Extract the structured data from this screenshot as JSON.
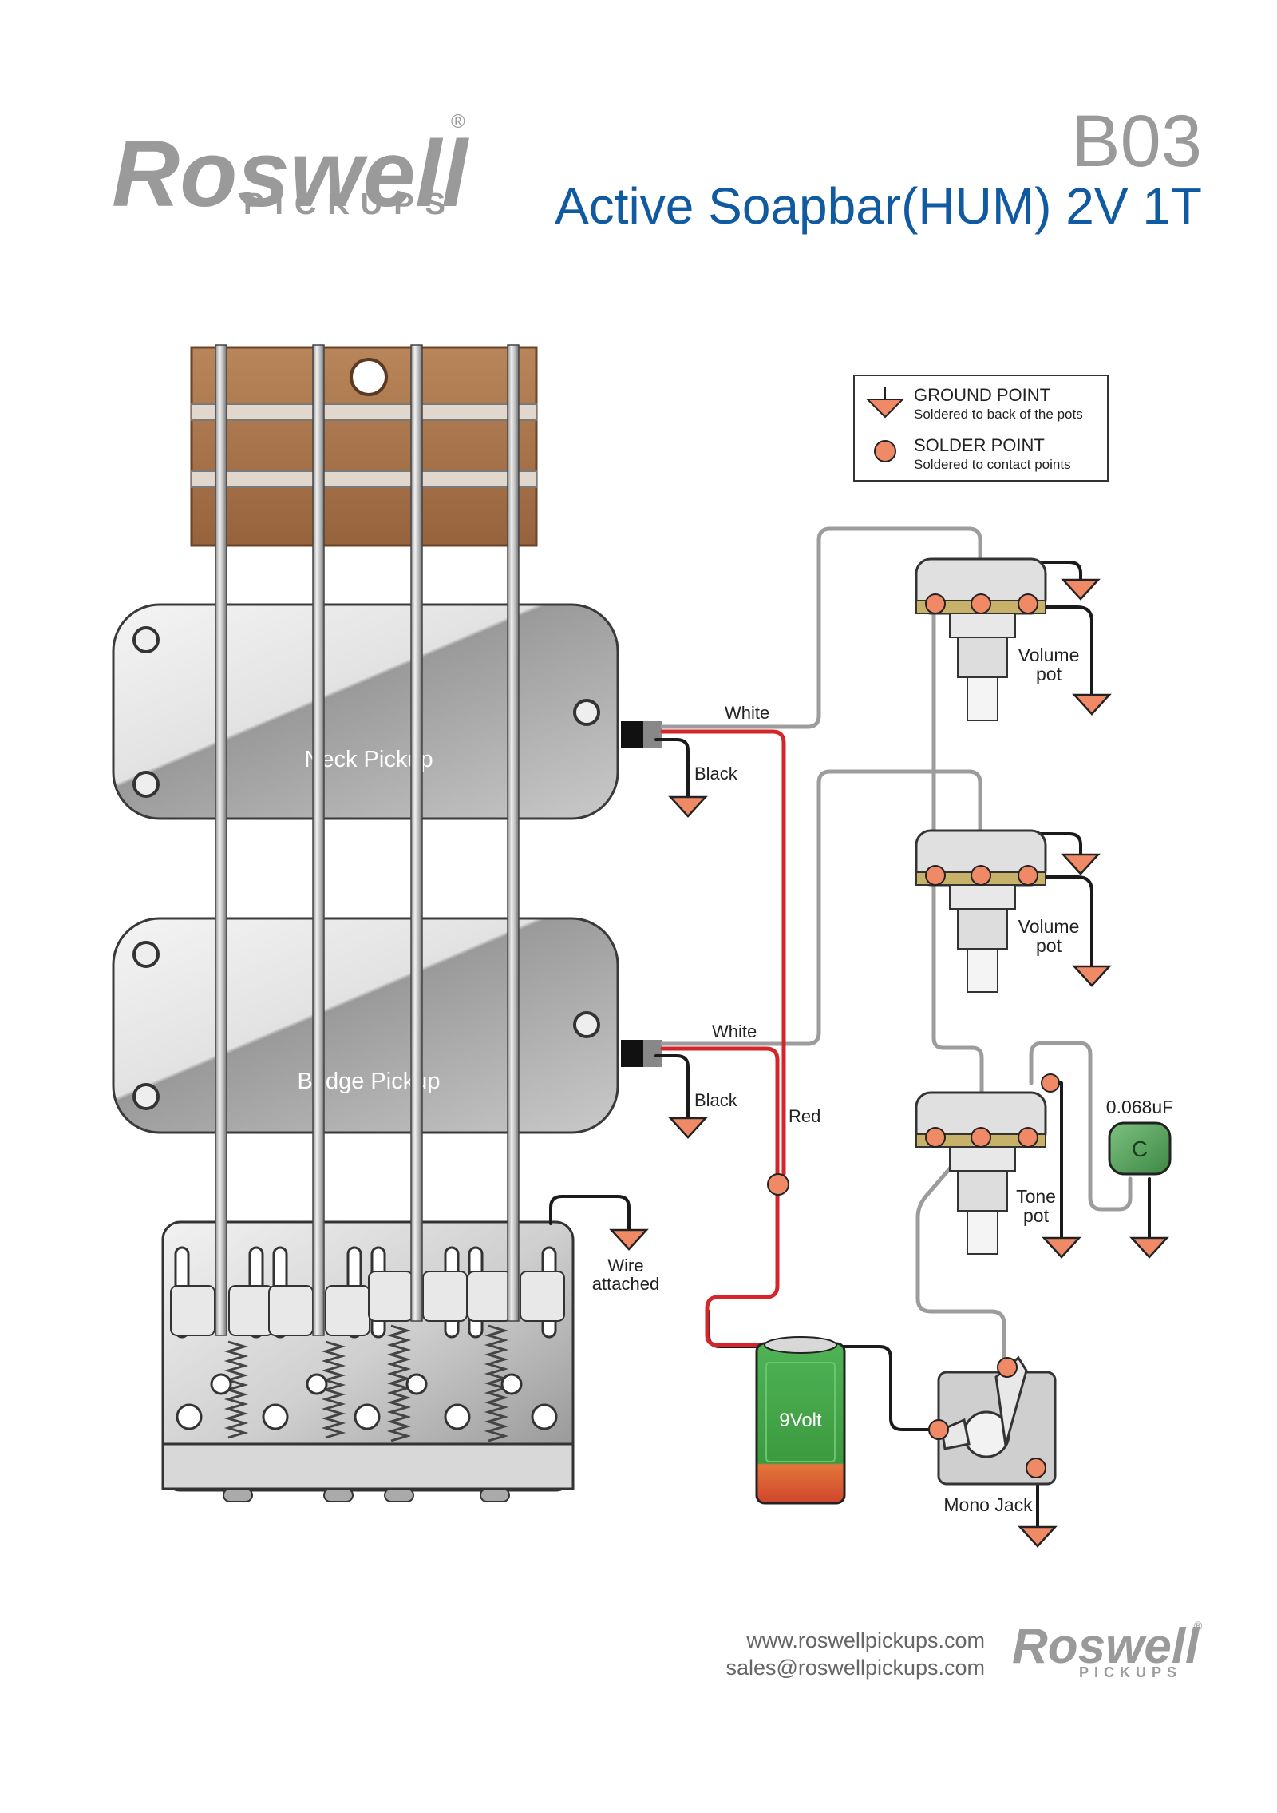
{
  "header": {
    "brand_word": "Roswell",
    "brand_sub": "PICKUPS",
    "code": "B03",
    "title": "Active Soapbar(HUM) 2V 1T"
  },
  "legend": {
    "ground_title": "GROUND POINT",
    "ground_sub": "Soldered to back of  the pots",
    "solder_title": "SOLDER POINT",
    "solder_sub": "Soldered to contact points"
  },
  "pickups": {
    "neck": "Neck Pickup",
    "bridge": "Bridge Pickup"
  },
  "wire_labels": {
    "neck_white": "White",
    "neck_black": "Black",
    "bridge_white": "White",
    "bridge_black": "Black",
    "red": "Red",
    "bridge_wire_line1": "Wire",
    "bridge_wire_line2": "attached"
  },
  "pots": {
    "volume1_line1": "Volume",
    "volume1_line2": "pot",
    "volume2_line1": "Volume",
    "volume2_line2": "pot",
    "tone_line1": "Tone",
    "tone_line2": "pot"
  },
  "capacitor": {
    "value": "0.068uF",
    "symbol": "C"
  },
  "battery": "9Volt",
  "jack": "Mono Jack",
  "footer": {
    "website": "www.roswellpickups.com",
    "email": "sales@roswellpickups.com",
    "brand_word": "Roswell",
    "brand_sub": "PICKUPS"
  },
  "colors": {
    "title_blue": "#0f5aa0",
    "logo_gray": "#9a9a9a",
    "wire_gray": "#9c9c9c",
    "wire_red": "#d4262a",
    "wire_black": "#1a1a1a",
    "solder_point": "#f08a66",
    "ground_point": "#f08a66",
    "wood": "#a9754c",
    "capacitor_green": "#4e9a54",
    "battery_green": "#3aa142"
  }
}
